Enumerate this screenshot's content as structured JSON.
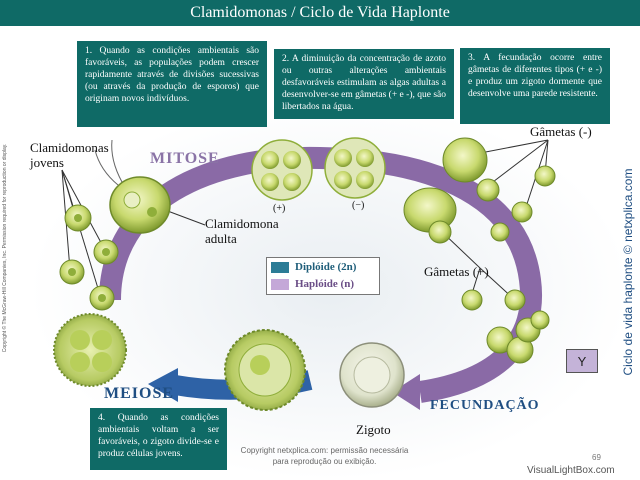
{
  "title": "Clamidomonas / Ciclo de Vida Haplonte",
  "notes": {
    "n1": "1. Quando as condições ambientais são favoráveis, as populações podem crescer rapidamente através de divisões sucessivas (ou através da produção de esporos) que originam novos indivíduos.",
    "n2": "2. A diminuição da concentração de azoto ou outras alterações ambientais desfavoráveis estimulam as algas adultas a desenvolver-se em gâmetas (+ e -), que são libertados na água.",
    "n3": "3. A fecundação ocorre entre gâmetas de diferentes tipos (+ e -) e produz um zigoto dormente que desenvolve uma parede resistente.",
    "n4": "4. Quando as condições ambientais voltam a ser favoráveis, o zigoto divide-se e produz células jovens."
  },
  "labels": {
    "young": "Clamidomonas\njovens",
    "adult": "Clamidomona\nadulta",
    "gametes_minus": "Gâmetas (-)",
    "gametes_plus": "Gâmetas (+)",
    "zygote": "Zigoto",
    "plus_sign": "(+)",
    "minus_sign": "(−)"
  },
  "stages": {
    "mitose": "MITOSE",
    "meiose": "MEIOSE",
    "fecundacao": "FECUNDAÇÃO"
  },
  "legend": {
    "diploid": "Diplóide (2n)",
    "haploid": "Haplóide (n)",
    "diploid_color": "#2c7c96",
    "haploid_color": "#c4a8d8"
  },
  "side_text": "Ciclo de vida haplonte © netxplica.com",
  "left_side_text": "Copyright © The McGraw-Hill Companies, Inc. Permission required for reproduction or display.",
  "y_box": "Y",
  "copyright": "Copyright netxplica.com: permissão necessária para reprodução ou exibição.",
  "page_number": "69",
  "watermark": "VisualLightBox.com",
  "colors": {
    "header": "#0f6a66",
    "cycle_arrow": "#8a6aa6",
    "meiosis_arrow": "#2e62a6",
    "cell_green": "#b8cf5a",
    "cell_dark": "#6e8a2a"
  }
}
